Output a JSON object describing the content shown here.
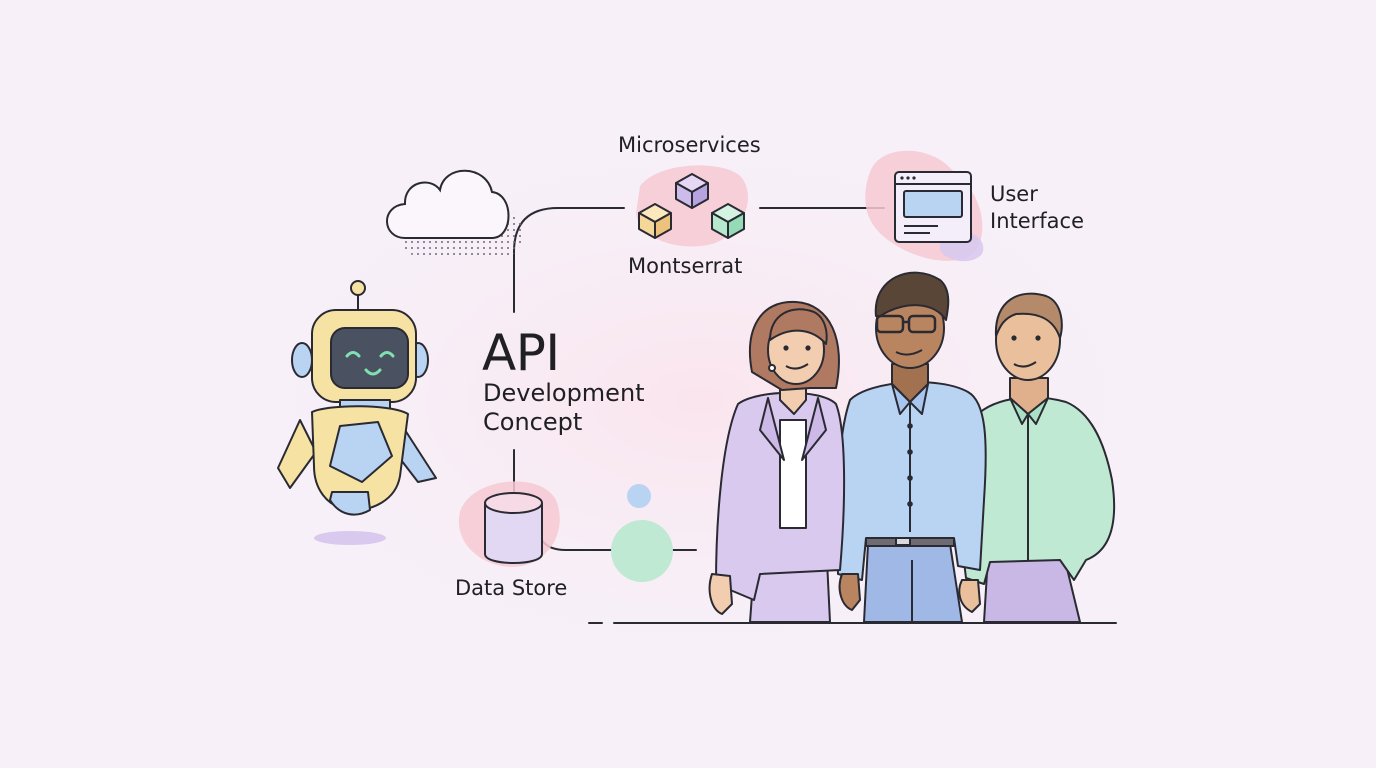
{
  "labels": {
    "microservices": "Microservices",
    "font_note": "Montserrat",
    "user_interface_1": "User",
    "user_interface_2": "Interface",
    "api": "API",
    "subtitle_1": "Development",
    "subtitle_2": "Concept",
    "data_store": "Data Store"
  },
  "icons": [
    "cloud-icon",
    "robot-icon",
    "cube-icon",
    "browser-window-icon",
    "database-icon"
  ],
  "colors": {
    "background": "#f7f0f8",
    "stroke": "#2a2a33",
    "pink_blob": "#f6c9d3",
    "lavender": "#d9c9ee",
    "blue": "#b9d3f3",
    "mint": "#bfe9d2",
    "yellow": "#f6e3a4"
  }
}
